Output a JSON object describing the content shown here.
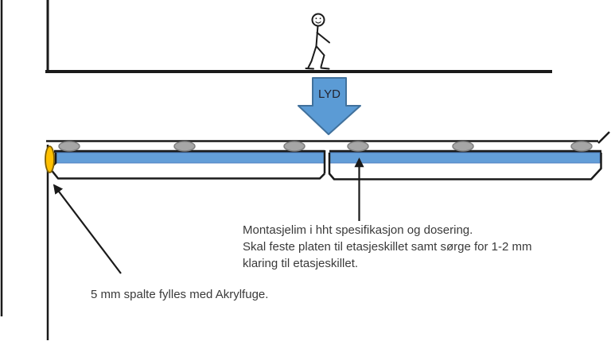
{
  "diagram": {
    "sound_label": "LYD",
    "glue_note": "Montasjelim i hht spesifikasjon og dosering.\nSkal feste platen til etasjeskillet samt sørge for 1-2 mm\nklaring til etasjeskillet.",
    "gap_note": "5 mm spalte fylles med Akrylfuge.",
    "colors": {
      "sound_arrow_fill": "#5b9bd5",
      "sound_arrow_border": "#41719c",
      "panel_blue": "#639ed8",
      "glue_dab_gray": "#a6a6a6",
      "sealant_yellow": "#ffc000",
      "line_black": "#1a1a1a",
      "text_gray": "#3a3a3a"
    }
  }
}
